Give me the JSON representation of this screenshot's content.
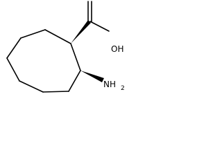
{
  "molecule": {
    "hydroxyl_label": "OH",
    "amine_label_main": "NH",
    "amine_label_sub": "2"
  }
}
